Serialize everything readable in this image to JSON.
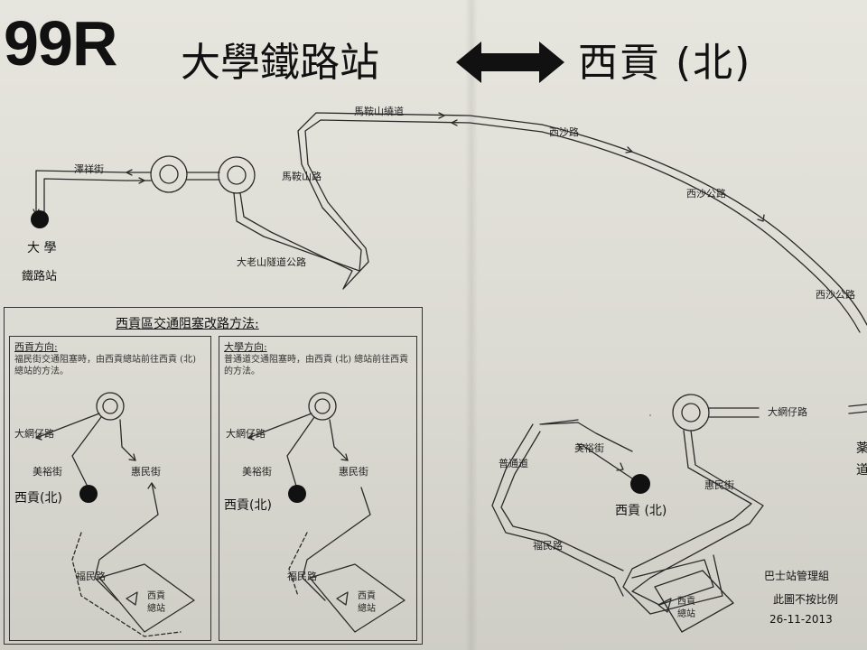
{
  "header": {
    "route_number": "99R",
    "origin": "大學鐵路站",
    "destination": "西貢 (北)"
  },
  "main_map": {
    "roads": {
      "ma_on_shan_bypass": "馬鞍山繞道",
      "sai_sha_road_1": "西沙路",
      "sai_sha_road_2": "西沙公路",
      "sai_sha_road_3": "西沙公路",
      "ma_on_shan_road": "馬鞍山路",
      "chak_cheung_street": "澤祥街",
      "tai_lo_shan_tunnel_road": "大老山隧道公路",
      "tai_mong_tsai_road": "大網仔路",
      "po_tung_road": "普通道",
      "mei_yu_street": "美裕街",
      "wai_man_road": "惠民街",
      "fuk_man_road": "福民路"
    },
    "stops": {
      "university_line1": "大 學",
      "university_line2": "鐵路站",
      "sai_kung_north": "西貢 (北)",
      "terminus_line1": "西貢",
      "terminus_line2": "總站"
    },
    "cut_off": {
      "edge_char_1": "薬",
      "edge_char_2": "道"
    }
  },
  "diversion_box": {
    "title": "西貢區交通阻塞改路方法:",
    "left_panel": {
      "title": "西貢方向:",
      "text": "福民街交通阻塞時，由西貢總站前往西貢 (北) 總站的方法。",
      "tai_mong_tsai_road": "大網仔路",
      "mei_yu_street": "美裕街",
      "wai_man_road": "惠民街",
      "sai_kung_north": "西貢(北)",
      "fuk_man_road": "福民路",
      "terminus_line1": "西貢",
      "terminus_line2": "總站"
    },
    "right_panel": {
      "title": "大學方向:",
      "text": "普通道交通阻塞時，由西貢 (北) 總站前往西貢的方法。",
      "tai_mong_tsai_road": "大網仔路",
      "mei_yu_street": "美裕街",
      "wai_man_road": "惠民街",
      "sai_kung_north": "西貢(北)",
      "fuk_man_road": "福民路",
      "terminus_line1": "西貢",
      "terminus_line2": "總站"
    }
  },
  "footer": {
    "office": "巴士站管理組",
    "scale_note": "此圖不按比例",
    "date": "26-11-2013"
  },
  "colors": {
    "ink": "#222222",
    "paper": "#e2e1da",
    "stop_fill": "#111111"
  }
}
